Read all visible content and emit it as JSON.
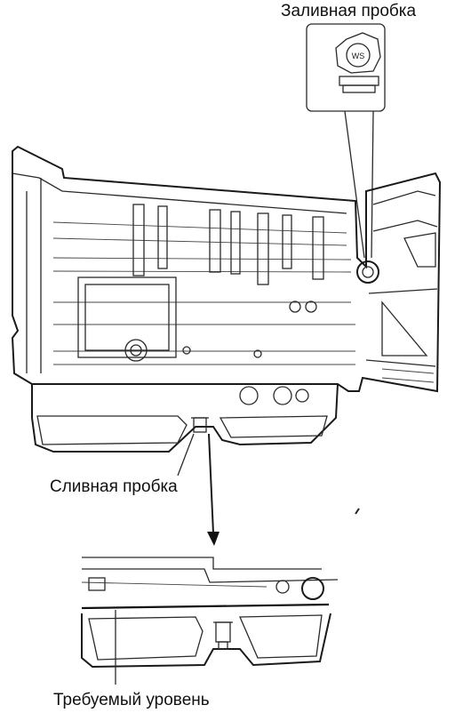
{
  "labels": {
    "fill_plug": "Заливная пробка",
    "drain_plug": "Сливная пробка",
    "required_level": "Требуемый уровень"
  },
  "callout": {
    "plug_marking": "WS"
  }
}
